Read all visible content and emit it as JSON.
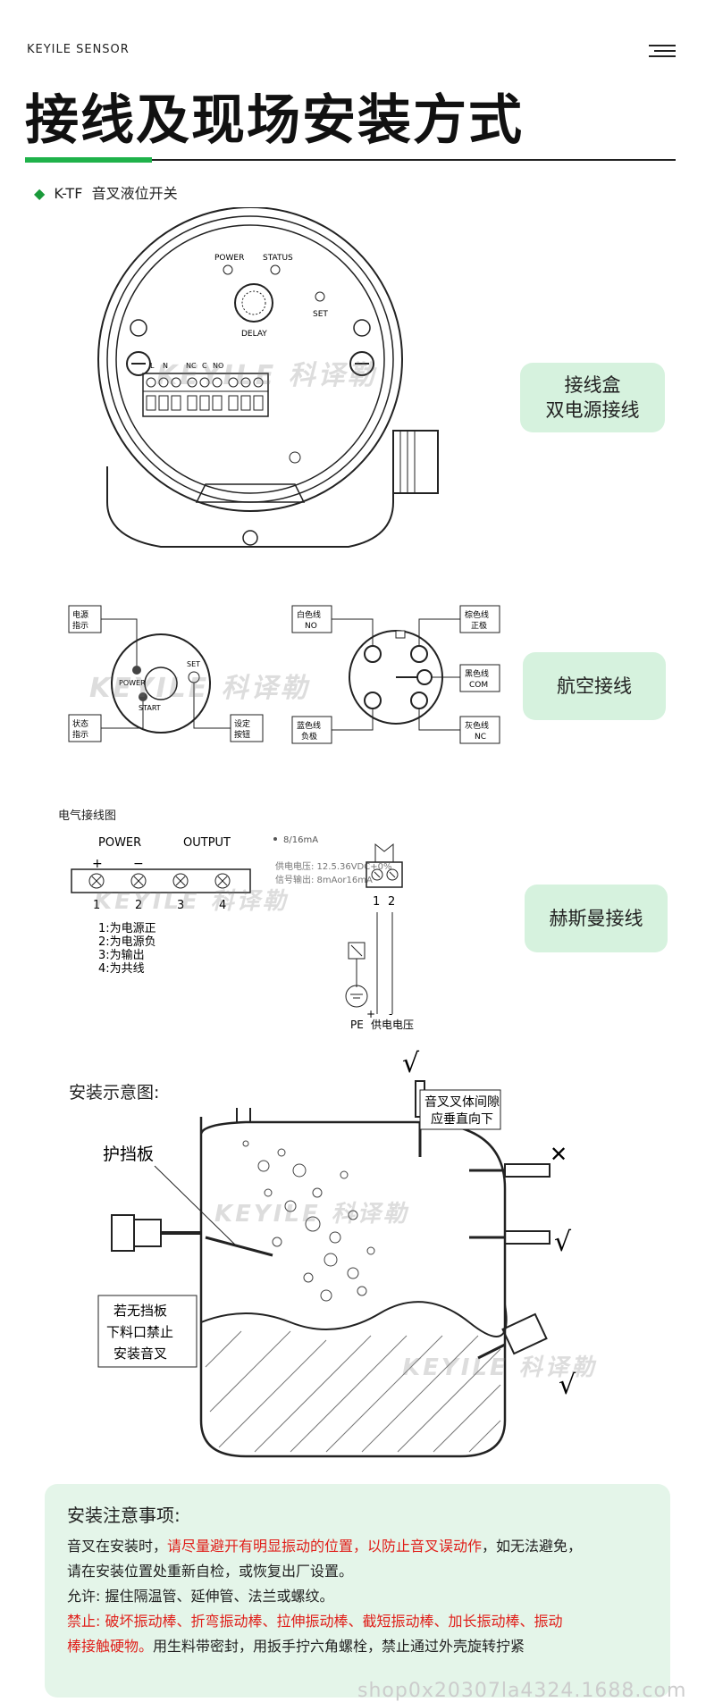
{
  "header": {
    "brand": "KEYILE SENSOR",
    "title": "接线及现场安装方式",
    "subtitle_model": "K-TF",
    "subtitle_name": "音叉液位开关"
  },
  "section1": {
    "tag_line1": "接线盒",
    "tag_line2": "双电源接线",
    "labels": {
      "power": "POWER",
      "status": "STATUS",
      "set": "SET",
      "delay": "DELAY",
      "l": "L",
      "n": "N",
      "nc": "NC",
      "c": "C",
      "no": "NO"
    }
  },
  "section2": {
    "tag": "航空接线",
    "left": {
      "power_ind": "电源\n指示",
      "status_ind": "状态\n指示",
      "set_btn": "设定\n按钮",
      "power": "POWER",
      "start": "START",
      "set": "SET"
    },
    "right": {
      "white": "白色线",
      "white_sub": "NO",
      "brown": "棕色线",
      "brown_sub": "正极",
      "black": "黑色线",
      "black_sub": "COM",
      "blue": "蓝色线",
      "blue_sub": "负极",
      "gray": "灰色线",
      "gray_sub": "NC"
    }
  },
  "section3": {
    "tag": "赫斯曼接线",
    "heading": "电气接线图",
    "power": "POWER",
    "output": "OUTPUT",
    "plus": "+",
    "minus": "−",
    "nums": [
      "1",
      "2",
      "3",
      "4"
    ],
    "legend": [
      "1:为电源正",
      "2:为电源负",
      "3:为输出",
      "4:为共线"
    ],
    "spec1": "8/16mA",
    "spec2": "供电电压: 12.5.36VDC+0%",
    "spec3": "信号输出: 8mAor16mA",
    "term_nums": [
      "1",
      "2"
    ],
    "pe": "PE",
    "supply": "供电电压",
    "term_signs": [
      "+",
      "-"
    ]
  },
  "section4": {
    "heading": "安装示意图:",
    "baffle": "护挡板",
    "gap_note": "音叉叉体间隙\n应垂直向下",
    "no_baffle": "若无挡板\n下料口禁止\n安装音叉",
    "check": "√",
    "cross": "✕"
  },
  "notes": {
    "title": "安装注意事项:",
    "p1_a": "音叉在安装时，",
    "p1_red": "请尽量避开有明显振动的位置，以防止音叉误动作",
    "p1_b": "，如无法避免，",
    "p1_c": "请在安装位置处重新自检，或恢复出厂设置。",
    "p2": "允许:  握住隔温管、延伸管、法兰或螺纹。",
    "p3_red": "禁止:  破坏振动棒、折弯振动棒、拉伸振动棒、截短振动棒、加长振动棒、振动",
    "p4_red": "棒接触硬物。",
    "p4_b": "用生料带密封，用扳手拧六角螺栓，禁止通过外壳旋转拧紧"
  },
  "watermark": "KEYILE 科译勒",
  "footer": "shop0x20307la4324.1688.com"
}
